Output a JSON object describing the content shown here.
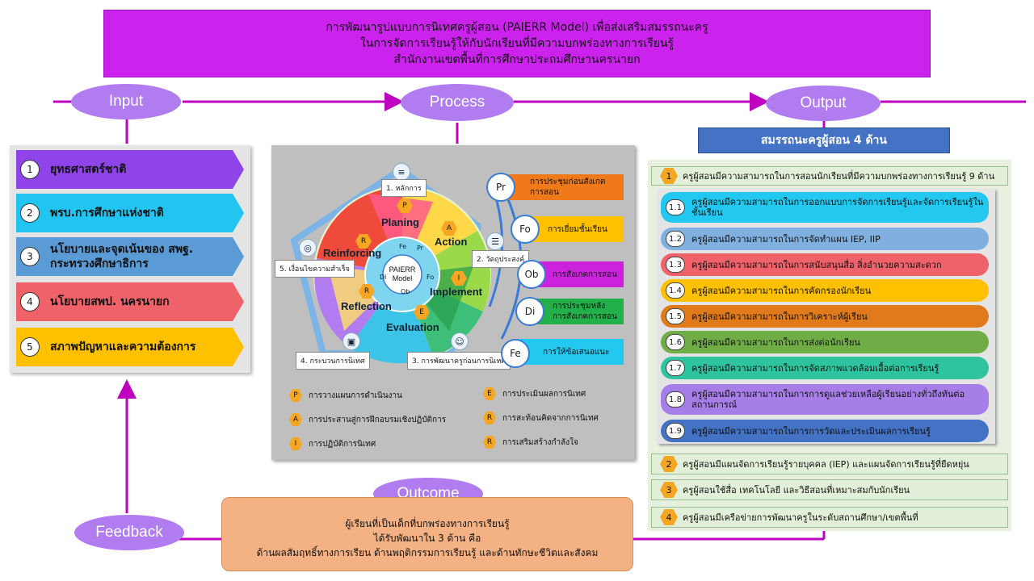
{
  "title": {
    "line1": "การพัฒนารูปแบบการนิเทศครูผู้สอน (PAIERR Model) เพื่อส่งเสริมสมรรถนะครู",
    "line2": "ในการจัดการเรียนรู้ให้กับนักเรียนที่มีความบกพร่องทางการเรียนรู้",
    "line3": "สำนักงานเขตพื้นที่การศึกษาประถมศึกษานครนายก"
  },
  "ovals": {
    "input": "Input",
    "process": "Process",
    "output": "Output",
    "outcome": "Outcome",
    "feedback": "Feedback"
  },
  "input_items": [
    {
      "num": "1",
      "label": "ยุทธศาสตร์ชาติ",
      "color": "#8e44e8"
    },
    {
      "num": "2",
      "label": "พรบ.การศึกษาแห่งชาติ",
      "color": "#22c4f2"
    },
    {
      "num": "3",
      "label": "นโยบายและจุดเน้นของ สพฐ. กระทรวงศึกษาธิการ",
      "color": "#5b9bd5"
    },
    {
      "num": "4",
      "label": "นโยบายสพป. นครนายก",
      "color": "#f0626a"
    },
    {
      "num": "5",
      "label": "สภาพปัญหาและความต้องการ",
      "color": "#ffc000"
    }
  ],
  "process": {
    "center_line1": "PAIERR",
    "center_line2": "Model",
    "phases": {
      "planing": "Planing",
      "action": "Action",
      "implement": "Implement",
      "evaluation": "Evaluation",
      "reflection": "Reflection",
      "reinforcing": "Reinforcing"
    },
    "phase_letters": {
      "p": "P",
      "a": "A",
      "i": "I",
      "e": "E",
      "r1": "R",
      "r2": "R"
    },
    "inner_labels": {
      "fe": "Fe",
      "pr": "Pr",
      "fo": "Fo",
      "ob": "Ob",
      "di": "Di"
    },
    "steps": {
      "s1": "1. หลักการ",
      "s2": "2. วัตถุประสงค์",
      "s3": "3. การพัฒนาครูก่อนการนิเทศ",
      "s4": "4. กระบวนการนิเทศ",
      "s5": "5. เงื่อนไขความสำเร็จ"
    },
    "side_items": [
      {
        "code": "Pr",
        "label": "การประชุมก่อนสังเกตการสอน",
        "color": "#f07a1a"
      },
      {
        "code": "Fo",
        "label": "การเยี่ยมชั้นเรียน",
        "color": "#ffc000"
      },
      {
        "code": "Ob",
        "label": "การสังเกตการสอน",
        "color": "#cc22dd"
      },
      {
        "code": "Di",
        "label": "การประชุมหลังการสังเกตการสอน",
        "color": "#22b04a"
      },
      {
        "code": "Fe",
        "label": "การให้ข้อเสนอแนะ",
        "color": "#22c8f0"
      }
    ],
    "legend": [
      {
        "code": "P",
        "label": "การวางแผนการดำเนินงาน"
      },
      {
        "code": "A",
        "label": "การประสานสู่การฝึกอบรมเชิงปฏิบัติการ"
      },
      {
        "code": "I",
        "label": "การปฏิบัติการนิเทศ"
      },
      {
        "code": "E",
        "label": "การประเมินผลการนิเทศ"
      },
      {
        "code": "R",
        "label": "การสะท้อนคิดจากการนิเทศ"
      },
      {
        "code": "R",
        "label": "การเสริมสร้างกำลังใจ"
      }
    ]
  },
  "output": {
    "header": "สมรรถนะครูผู้สอน 4 ด้าน",
    "main_items": [
      {
        "num": "1",
        "label": "ครูผู้สอนมีความสามารถในการสอนนักเรียนที่มีความบกพร่องทางการเรียนรู้ 9 ด้าน"
      },
      {
        "num": "2",
        "label": "ครูผู้สอนมีแผนจัดการเรียนรู้รายบุคคล (IEP) และแผนจัดการเรียนรู้ที่ยืดหยุ่น"
      },
      {
        "num": "3",
        "label": "ครูผู้สอนใช้สื่อ เทคโนโลยี และวิธีสอนที่เหมาะสมกับนักเรียน"
      },
      {
        "num": "4",
        "label": "ครูผู้สอนมีเครือข่ายการพัฒนาครูในระดับสถานศึกษา/เขตพื้นที่"
      }
    ],
    "sub_items": [
      {
        "num": "1.1",
        "label": "ครูผู้สอนมีความสามารถในการออกแบบการจัดการเรียนรู้และจัดการเรียนรู้ในชั้นเรียน",
        "color": "#22c8f0"
      },
      {
        "num": "1.2",
        "label": "ครูผู้สอนมีความสามารถในการจัดทำแผน IEP, IIP",
        "color": "#7fb0e0"
      },
      {
        "num": "1.3",
        "label": "ครูผู้สอนมีความสามารถในการสนับสนุนสื่อ สิ่งอำนวยความสะดวก",
        "color": "#f0626a"
      },
      {
        "num": "1.4",
        "label": "ครูผู้สอนมีความสามารถในการคัดกรองนักเรียน",
        "color": "#ffc000"
      },
      {
        "num": "1.5",
        "label": "ครูผู้สอนมีความสามารถในการวิเคราะห์ผู้เรียน",
        "color": "#e07a1a"
      },
      {
        "num": "1.6",
        "label": "ครูผู้สอนมีความสามารถในการส่งต่อนักเรียน",
        "color": "#70ad47"
      },
      {
        "num": "1.7",
        "label": "ครูผู้สอนมีความสามารถในการจัดสภาพแวดล้อมเอื้อต่อการเรียนรู้",
        "color": "#2ec4a0"
      },
      {
        "num": "1.8",
        "label": "ครูผู้สอนมีความสามารถในการการดูแลช่วยเหลือผู้เรียนอย่างทั่วถึงทันต่อสถานการณ์",
        "color": "#a77ee8"
      },
      {
        "num": "1.9",
        "label": "ครูผู้สอนมีความสามารถในการการวัดและประเมินผลการเรียนรู้",
        "color": "#4472c4"
      }
    ]
  },
  "outcome": {
    "line1": "ผู้เรียนที่เป็นเด็กที่บกพร่องทางการเรียนรู้",
    "line2": "ได้รับพัฒนาใน 3 ด้าน คือ",
    "line3": "ด้านผลสัมฤทธิ์ทางการเรียน ด้านพฤติกรรมการเรียนรู้ และด้านทักษะชีวิตและสังคม"
  },
  "colors": {
    "title_bg": "#cc22ee",
    "oval": "#b07cf0",
    "connector": "#c000c0",
    "output_header": "#4472c4",
    "outcome_bg": "#f4b183"
  }
}
